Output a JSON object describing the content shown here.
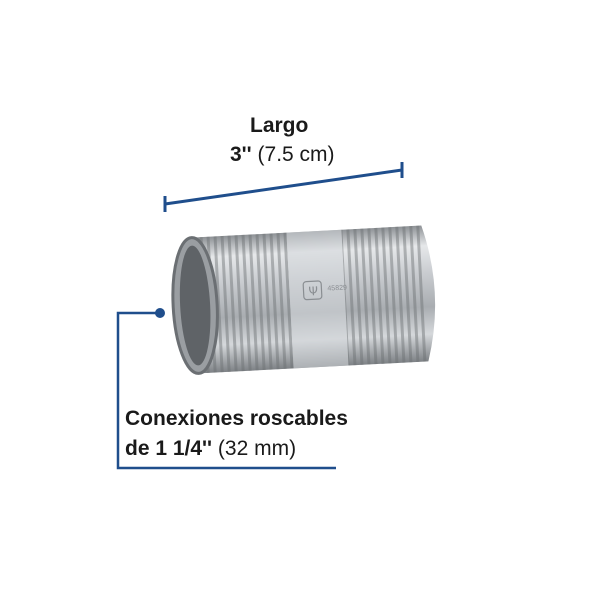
{
  "length_label": {
    "title": "Largo",
    "value_bold": "3''",
    "value_paren": "(7.5 cm)"
  },
  "connection_label": {
    "line1": "Conexiones roscables",
    "line2_bold": "de 1 1/4''",
    "line2_paren": "(32 mm)"
  },
  "product": {
    "part_number": "45829",
    "logo": "trident-logo-icon"
  },
  "colors": {
    "accent": "#1f4e8c",
    "steel": "#b8bcc0"
  }
}
